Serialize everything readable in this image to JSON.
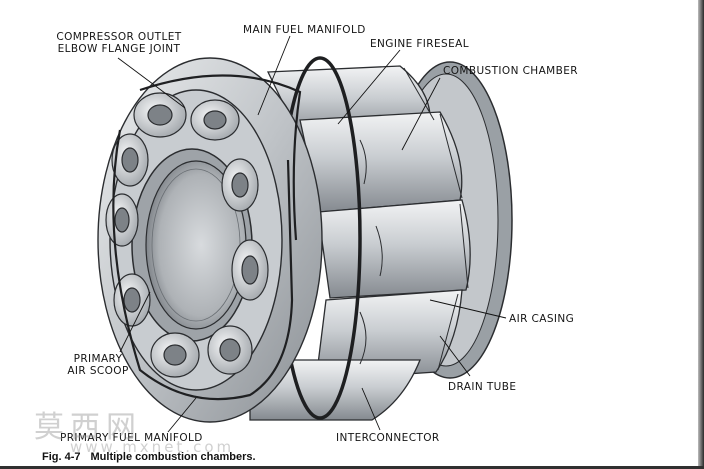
{
  "labels": {
    "compressor_outlet_l1": "COMPRESSOR OUTLET",
    "compressor_outlet_l2": "ELBOW FLANGE JOINT",
    "main_fuel_manifold": "MAIN FUEL MANIFOLD",
    "engine_fireseal": "ENGINE FIRESEAL",
    "combustion_chamber": "COMBUSTION CHAMBER",
    "air_casing": "AIR CASING",
    "primary_air_scoop_l1": "PRIMARY",
    "primary_air_scoop_l2": "AIR SCOOP",
    "drain_tube": "DRAIN TUBE",
    "primary_fuel_manifold": "PRIMARY FUEL MANIFOLD",
    "interconnector": "INTERCONNECTOR"
  },
  "caption": {
    "number": "Fig. 4-7",
    "text": "Multiple combustion chambers."
  },
  "watermark": {
    "chars": "莫西网",
    "url": "www.mxnet.com"
  },
  "colors": {
    "metal_light": "#e4e6e8",
    "metal_mid": "#b9bdc1",
    "metal_dark": "#7c8186",
    "outline": "#2b2d30"
  }
}
